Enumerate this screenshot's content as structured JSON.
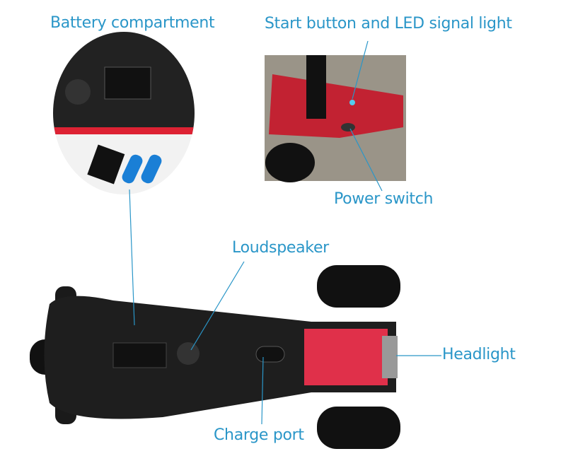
{
  "labels": {
    "battery": "Battery  compartment",
    "start": "Start button and LED signal light",
    "power": "Power switch",
    "speaker": "Loudspeaker",
    "headlight": "Headlight",
    "charge": "Charge port"
  },
  "colors": {
    "label": "#2a96c8",
    "deck": "#1e1e1e",
    "accent": "#e0304a"
  }
}
